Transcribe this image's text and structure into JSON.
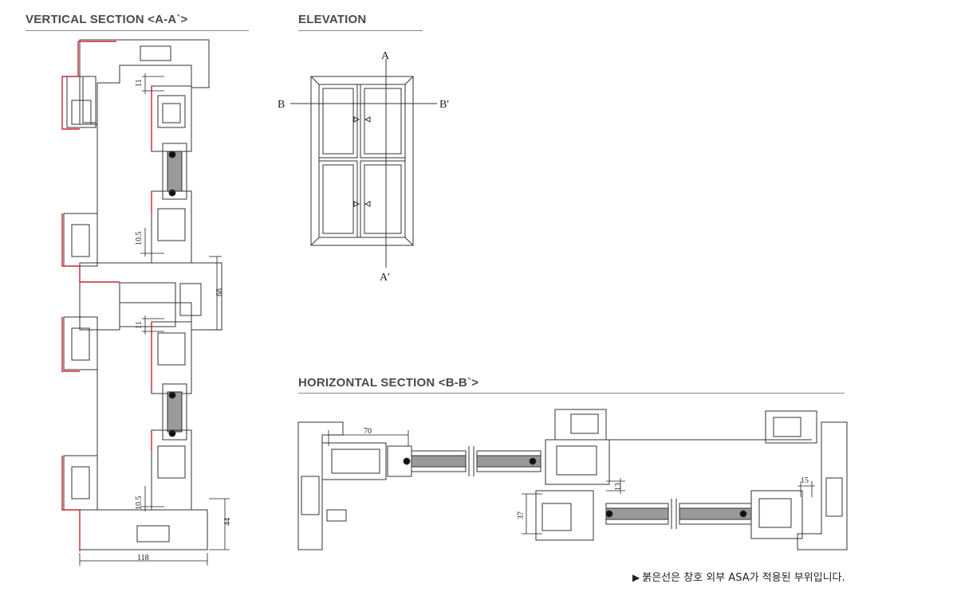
{
  "headings": {
    "vertical": "VERTICAL SECTION <A-A`>",
    "elevation": "ELEVATION",
    "horizontal": "HORIZONTAL SECTION <B-B`>"
  },
  "vertical_dims": {
    "d1": "11",
    "d2": "10.5",
    "d3": "68",
    "d4": "11",
    "d5": "10.5",
    "d6": "44",
    "d7": "118"
  },
  "elevation_labels": {
    "a": "A",
    "a_prime": "A'",
    "b": "B",
    "b_prime": "B'"
  },
  "horizontal_dims": {
    "d1": "70",
    "d2": "13",
    "d3": "37",
    "d4": "15"
  },
  "note": {
    "marker": "▶",
    "text": "붉은선은 창호 외부 ASA가 적용된 부위입니다."
  },
  "colors": {
    "line": "#333333",
    "asa_red": "#c8262d",
    "glass": "#8a8a8a"
  }
}
